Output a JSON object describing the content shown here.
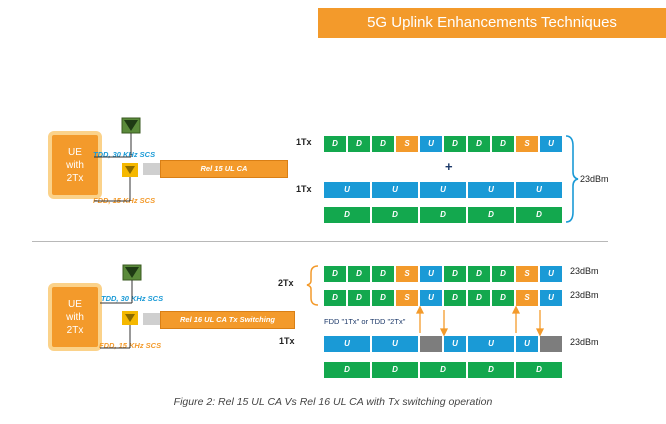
{
  "title": "5G Uplink  Enhancements Techniques",
  "colors": {
    "orange": "#f39a2b",
    "green": "#13a84e",
    "blue": "#1a9ad6",
    "gray": "#7d7d7d",
    "ant_green": "#5a8a3a",
    "ant_yellow": "#f5b800"
  },
  "top": {
    "ue_label": "UE\nwith\n2Tx",
    "tdd_label": "TDD, 30 KHz SCS",
    "fdd_label": "FDD, 15 KHz SCS",
    "rel_label": "Rel 15 UL CA",
    "plus": "+",
    "power": "23dBm",
    "rows": [
      {
        "tx": "1Tx",
        "cells": [
          "D",
          "D",
          "D",
          "S",
          "U",
          "D",
          "D",
          "D",
          "S",
          "U"
        ]
      },
      {
        "tx": "1Tx",
        "cells": [
          "U",
          "U",
          "U",
          "U",
          "U"
        ]
      },
      {
        "tx": "",
        "cells": [
          "D",
          "D",
          "D",
          "D",
          "D"
        ]
      }
    ]
  },
  "bottom": {
    "ue_label": "UE\nwith\n2Tx",
    "tdd_label": "TDD, 30 KHz SCS",
    "fdd_label": "FDD, 15 KHz SCS",
    "rel_label": "Rel 16 UL CA Tx Switching",
    "note": "FDD \"1Tx\" or TDD \"2Tx\"",
    "group_tx": "2Tx",
    "rows": [
      {
        "tx": "",
        "power": "23dBm",
        "cells": [
          "D",
          "D",
          "D",
          "S",
          "U",
          "D",
          "D",
          "D",
          "S",
          "U"
        ]
      },
      {
        "tx": "",
        "power": "23dBm",
        "cells": [
          "D",
          "D",
          "D",
          "S",
          "U",
          "D",
          "D",
          "D",
          "S",
          "U"
        ]
      },
      {
        "tx": "1Tx",
        "power": "23dBm",
        "cells": [
          "U",
          "U",
          "",
          "U",
          "U",
          "U",
          ""
        ]
      },
      {
        "tx": "",
        "power": "",
        "cells": [
          "D",
          "D",
          "D",
          "D",
          "D"
        ]
      }
    ]
  },
  "caption": "Figure 2: Rel 15 UL CA Vs Rel 16 UL CA with Tx switching operation"
}
